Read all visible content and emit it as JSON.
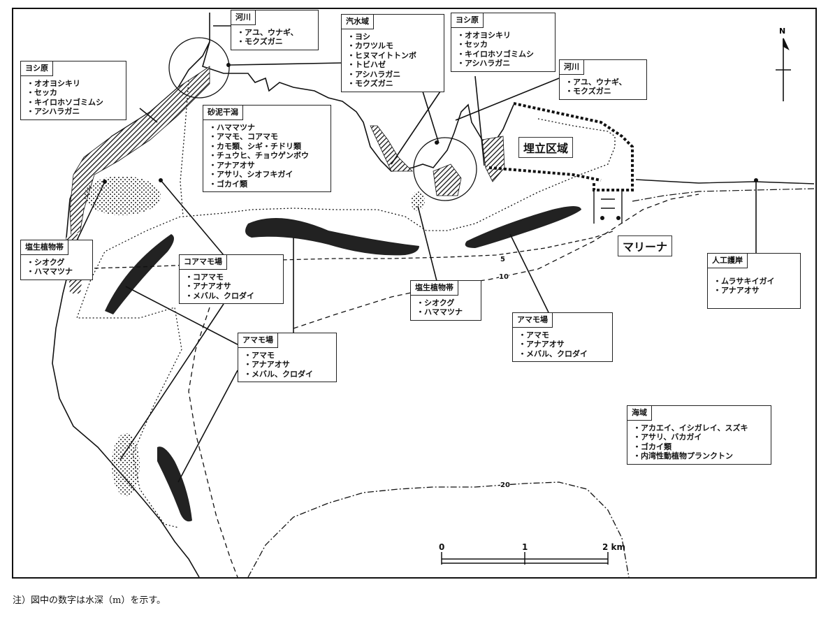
{
  "labels": {
    "river_top": {
      "title": "河川",
      "items": [
        "アユ、ウナギ、",
        "モクズガニ"
      ]
    },
    "brackish": {
      "title": "汽水域",
      "items": [
        "ヨシ",
        "カワツルモ",
        "ヒヌマイトトンボ",
        "トビハゼ",
        "アシハラガニ",
        "モクズガニ"
      ]
    },
    "reed_top": {
      "title": "ヨシ原",
      "items": [
        "オオヨシキリ",
        "セッカ",
        "キイロホソゴミムシ",
        "アシハラガニ"
      ]
    },
    "river_right": {
      "title": "河川",
      "items": [
        "アユ、ウナギ、",
        "モクズガニ"
      ]
    },
    "reed_left": {
      "title": "ヨシ原",
      "items": [
        "オオヨシキリ",
        "セッカ",
        "キイロホソゴミムシ",
        "アシハラガニ"
      ]
    },
    "tidal_flat": {
      "title": "砂泥干潟",
      "items": [
        "ハママツナ",
        "アマモ、コアマモ",
        "カモ類、シギ・チドリ類",
        "チュウヒ、チョウゲンボウ",
        "アナアオサ",
        "アサリ、シオフキガイ",
        "ゴカイ類"
      ]
    },
    "salt_left": {
      "title": "塩生植物帯",
      "items": [
        "シオクグ",
        "ハママツナ"
      ]
    },
    "koamamo": {
      "title": "コアマモ場",
      "items": [
        "コアマモ",
        "アナアオサ",
        "メバル、クロダイ"
      ]
    },
    "amamo_center": {
      "title": "アマモ場",
      "items": [
        "アマモ",
        "アナアオサ",
        "メバル、クロダイ"
      ]
    },
    "salt_center": {
      "title": "塩生植物帯",
      "items": [
        "シオクグ",
        "ハママツナ"
      ]
    },
    "amamo_right": {
      "title": "アマモ場",
      "items": [
        "アマモ",
        "アナアオサ",
        "メバル、クロダイ"
      ]
    },
    "seawall": {
      "title": "人工護岸",
      "items": [
        "ムラサキイガイ",
        "アナアオサ"
      ]
    },
    "sea": {
      "title": "海域",
      "items": [
        "アカエイ、イシガレイ、スズキ",
        "アサリ、バカガイ",
        "ゴカイ類",
        "内湾性動植物プランクトン"
      ]
    }
  },
  "areas": {
    "reclaimed": "埋立区域",
    "marina": "マリーナ"
  },
  "depths": {
    "d5": "5",
    "d10": "10",
    "d20": "20"
  },
  "north": "N",
  "scale": {
    "t0": "0",
    "t1": "1",
    "t2": "2 km"
  },
  "note": "注）図中の数字は水深（m）を示す。"
}
